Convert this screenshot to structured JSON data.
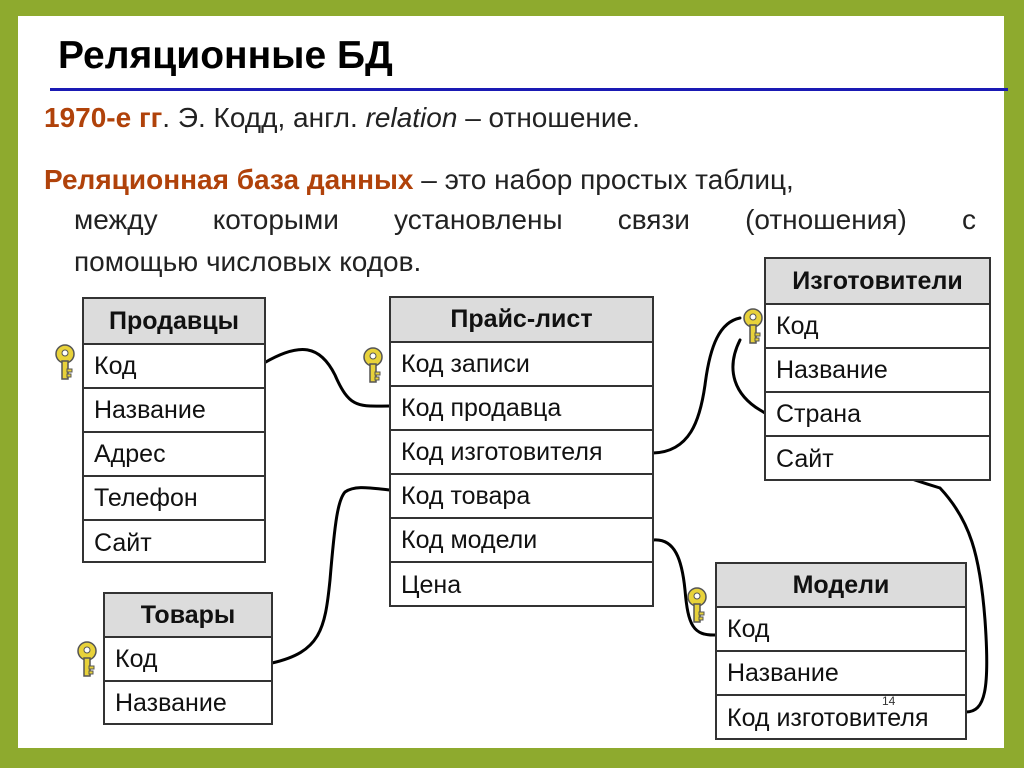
{
  "title": "Реляционные БД",
  "intro": {
    "years": "1970-е гг",
    "rest": ". Э. Кодд, англ. ",
    "term": "relation",
    "meaning": " – отношение."
  },
  "definition": {
    "term": "Реляционная база данных",
    "line1_rest": " – это набор простых таблиц,",
    "line2": "между которыми установлены связи (отношения) с",
    "line3": "помощью числовых кодов."
  },
  "colors": {
    "frame": "#8eaa2e",
    "title_rule": "#1a1ab4",
    "accent": "#b0420a",
    "header_fill": "#dcdcdc",
    "key": "#e8d23a"
  },
  "tables": {
    "sellers": {
      "title": "Продавцы",
      "fields": [
        "Код",
        "Название",
        "Адрес",
        "Телефон",
        "Сайт"
      ]
    },
    "pricelist": {
      "title": "Прайс-лист",
      "fields": [
        "Код записи",
        "Код продавца",
        "Код изготовителя",
        "Код товара",
        "Код модели",
        "Цена"
      ]
    },
    "manufacturers": {
      "title": "Изготовители",
      "fields": [
        "Код",
        "Название",
        "Страна",
        "Сайт"
      ]
    },
    "goods": {
      "title": "Товары",
      "fields": [
        "Код",
        "Название"
      ]
    },
    "models": {
      "title": "Модели",
      "fields": [
        "Код",
        "Название",
        "Код изготовителя"
      ]
    }
  },
  "page_number": "14"
}
